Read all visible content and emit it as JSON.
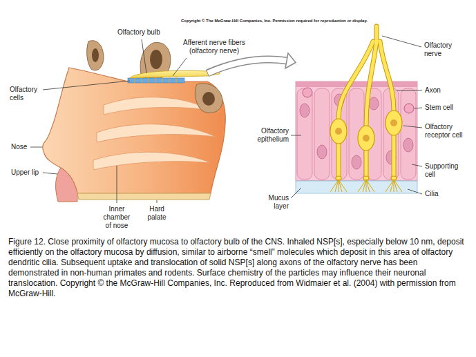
{
  "diagram": {
    "caption": "Figure 12. Close proximity of olfactory mucosa to olfactory bulb of the CNS. Inhaled NSP[s], especially below 10 nm, deposit efficiently on the olfactory mucosa by diffusion, similar to airborne “smell” molecules which deposit in this area of olfactory dendritic cilia. Subsequent uptake and translocation of solid NSP[s] along axons of the olfactory nerve has been demonstrated in non-human primates and rodents. Surface chemistry of the particles may influence their neuronal translocation. Copyright © the McGraw-Hill Companies, Inc. Reproduced from Widmaier et al. (2004) with permission from McGraw-Hill.",
    "labels": [
      "Copyright © The McGraw-Hill Companies, Inc. Permission required for reproduction or display.",
      "Olfactory bulb",
      "Afferent nerve fibers (olfactory nerve)",
      "Olfactory nerve",
      "Olfactory cells",
      "Axon",
      "Stem cell",
      "Olfactory epithelium",
      "Olfactory receptor cell",
      "Nose",
      "Supporting cell",
      "Upper lip",
      "Mucus layer",
      "Cilia",
      "Inner chamber of nose",
      "Hard palate"
    ]
  }
}
